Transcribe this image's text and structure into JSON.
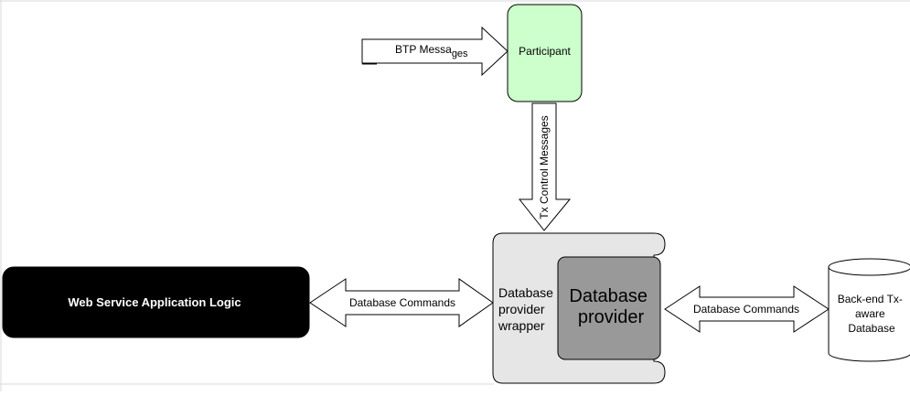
{
  "participant": {
    "label": "Participant"
  },
  "btp_arrow": {
    "label_main": "BTP Messa",
    "label_sub": "ges"
  },
  "tx_arrow": {
    "label": "Tx Control Messages"
  },
  "web_service": {
    "label": "Web Service Application Logic"
  },
  "left_arrow": {
    "label": "Database Commands"
  },
  "wrapper": {
    "line1": "Database",
    "line2": "provider",
    "line3": "wrapper"
  },
  "provider": {
    "line1": "Database",
    "line2": "provider"
  },
  "right_arrow": {
    "label": "Database Commands"
  },
  "database": {
    "line1": "Back-end Tx-",
    "line2": "aware",
    "line3": "Database"
  },
  "colors": {
    "participant_fill": "#ccffcc",
    "web_service_fill": "#000000",
    "wrapper_fill": "#e6e6e6",
    "provider_fill": "#999999",
    "outline": "#000000"
  }
}
